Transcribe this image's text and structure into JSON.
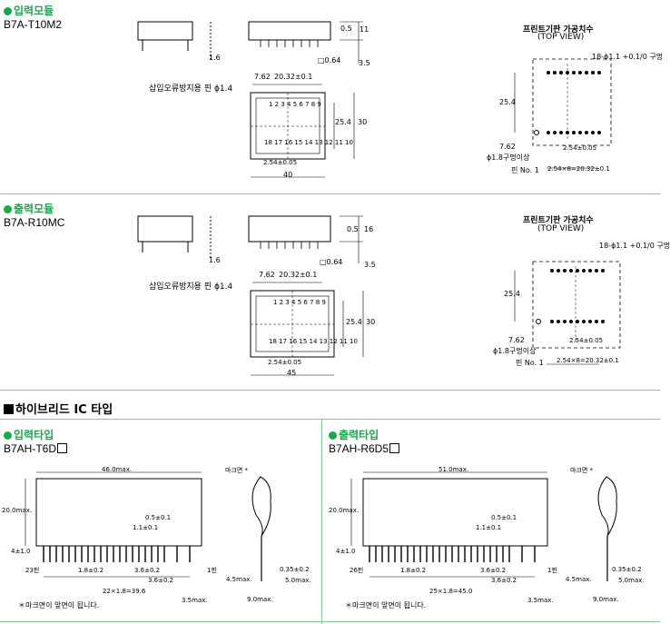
{
  "input_module": {
    "header": "입력모듈",
    "model": "B7A-T10M2",
    "dims": {
      "d_0_5": "0.5",
      "d_11": "11",
      "d_1_6": "1.6",
      "d_3_5": "3.5",
      "d_0_64": "□0.64",
      "d_7_62": "7.62",
      "d_20_32": "20.32±0.1",
      "d_25_4": "25.4",
      "d_30": "30",
      "d_2_54": "2.54±0.05",
      "d_40": "40"
    },
    "pin_guard_label": "삽입오류방지용 핀 ϕ1.4",
    "pins_top": "1 2 3 4 5 6 7 8 9",
    "pins_bottom": "18 17 16 15 14 13 12 11 10",
    "pcb_title": "프린트기판 가공치수",
    "pcb_view": "(TOP VIEW)",
    "pcb_hole_label": "18-ϕ1.1 +0.1/0 구멍",
    "pcb_dims": {
      "d_25_4": "25.4",
      "d_7_62": "7.62",
      "hole_spec": "ϕ1.8구멍이상",
      "d_2_54": "2.54±0.05",
      "pin_no1": "핀 No. 1",
      "d_2_54x8": "2.54×8=20.32±0.1"
    }
  },
  "output_module": {
    "header": "출력모듈",
    "model": "B7A-R10MC",
    "dims": {
      "d_0_5": "0.5",
      "d_16": "16",
      "d_1_6": "1.6",
      "d_3_5": "3.5",
      "d_0_64": "□0.64",
      "d_7_62": "7.62",
      "d_20_32": "20.32±0.1",
      "d_25_4": "25.4",
      "d_30": "30",
      "d_2_54": "2.54±0.05",
      "d_45": "45"
    },
    "pin_guard_label": "삽입오류방지용 핀 ϕ1.4",
    "pins_top": "1 2 3 4 5 6 7 8 9",
    "pins_bottom": "18 17 16 15 14 13 12 11 10",
    "pcb_title": "프린트기판 가공치수",
    "pcb_view": "(TOP VIEW)",
    "pcb_hole_label": "18-ϕ1.1 +0.1/0 구멍",
    "pcb_dims": {
      "d_25_4": "25.4",
      "d_7_62": "7.62",
      "hole_spec": "ϕ1.8구멍이상",
      "d_2_54": "2.54±0.05",
      "pin_no1": "핀 No. 1",
      "d_2_54x8": "2.54×8=20.32±0.1"
    }
  },
  "hybrid_title": "하이브리드 IC 타입",
  "input_type": {
    "header": "입력타입",
    "model": "B7AH-T6D",
    "dims": {
      "width": "46.0max.",
      "height": "20.0max.",
      "d_0_5": "0.5±0.1",
      "d_1_1": "1.1±0.1",
      "d_4": "4±1.0",
      "pin23": "23핀",
      "pitch": "1.8±0.2",
      "d_3_6a": "3.6±0.2",
      "d_3_6b": "3.6±0.2",
      "pin1": "1핀",
      "span": "22×1.8=39.6",
      "d_3_5": "3.5max.",
      "mark": "마크면 *",
      "d_4_5": "4.5max.",
      "d_0_35": "0.35±0.2",
      "d_5_0": "5.0max.",
      "d_9_0": "9.0max."
    },
    "footnote": "＊마크면이 앞면이 됩니다."
  },
  "output_type": {
    "header": "출력타입",
    "model": "B7AH-R6D5",
    "dims": {
      "width": "51.0max.",
      "height": "20.0max.",
      "d_0_5": "0.5±0.1",
      "d_1_1": "1.1±0.1",
      "d_4": "4±1.0",
      "pin26": "26핀",
      "pitch": "1.8±0.2",
      "d_3_6a": "3.6±0.2",
      "d_3_6b": "3.6±0.2",
      "pin1": "1핀",
      "span": "25×1.8=45.0",
      "d_3_5": "3.5max.",
      "mark": "마크면 *",
      "d_4_5": "4.5max.",
      "d_0_35": "0.35±0.2",
      "d_5_0": "5.0max.",
      "d_9_0": "9.0max."
    },
    "footnote": "＊마크면이 앞면이 됩니다."
  }
}
